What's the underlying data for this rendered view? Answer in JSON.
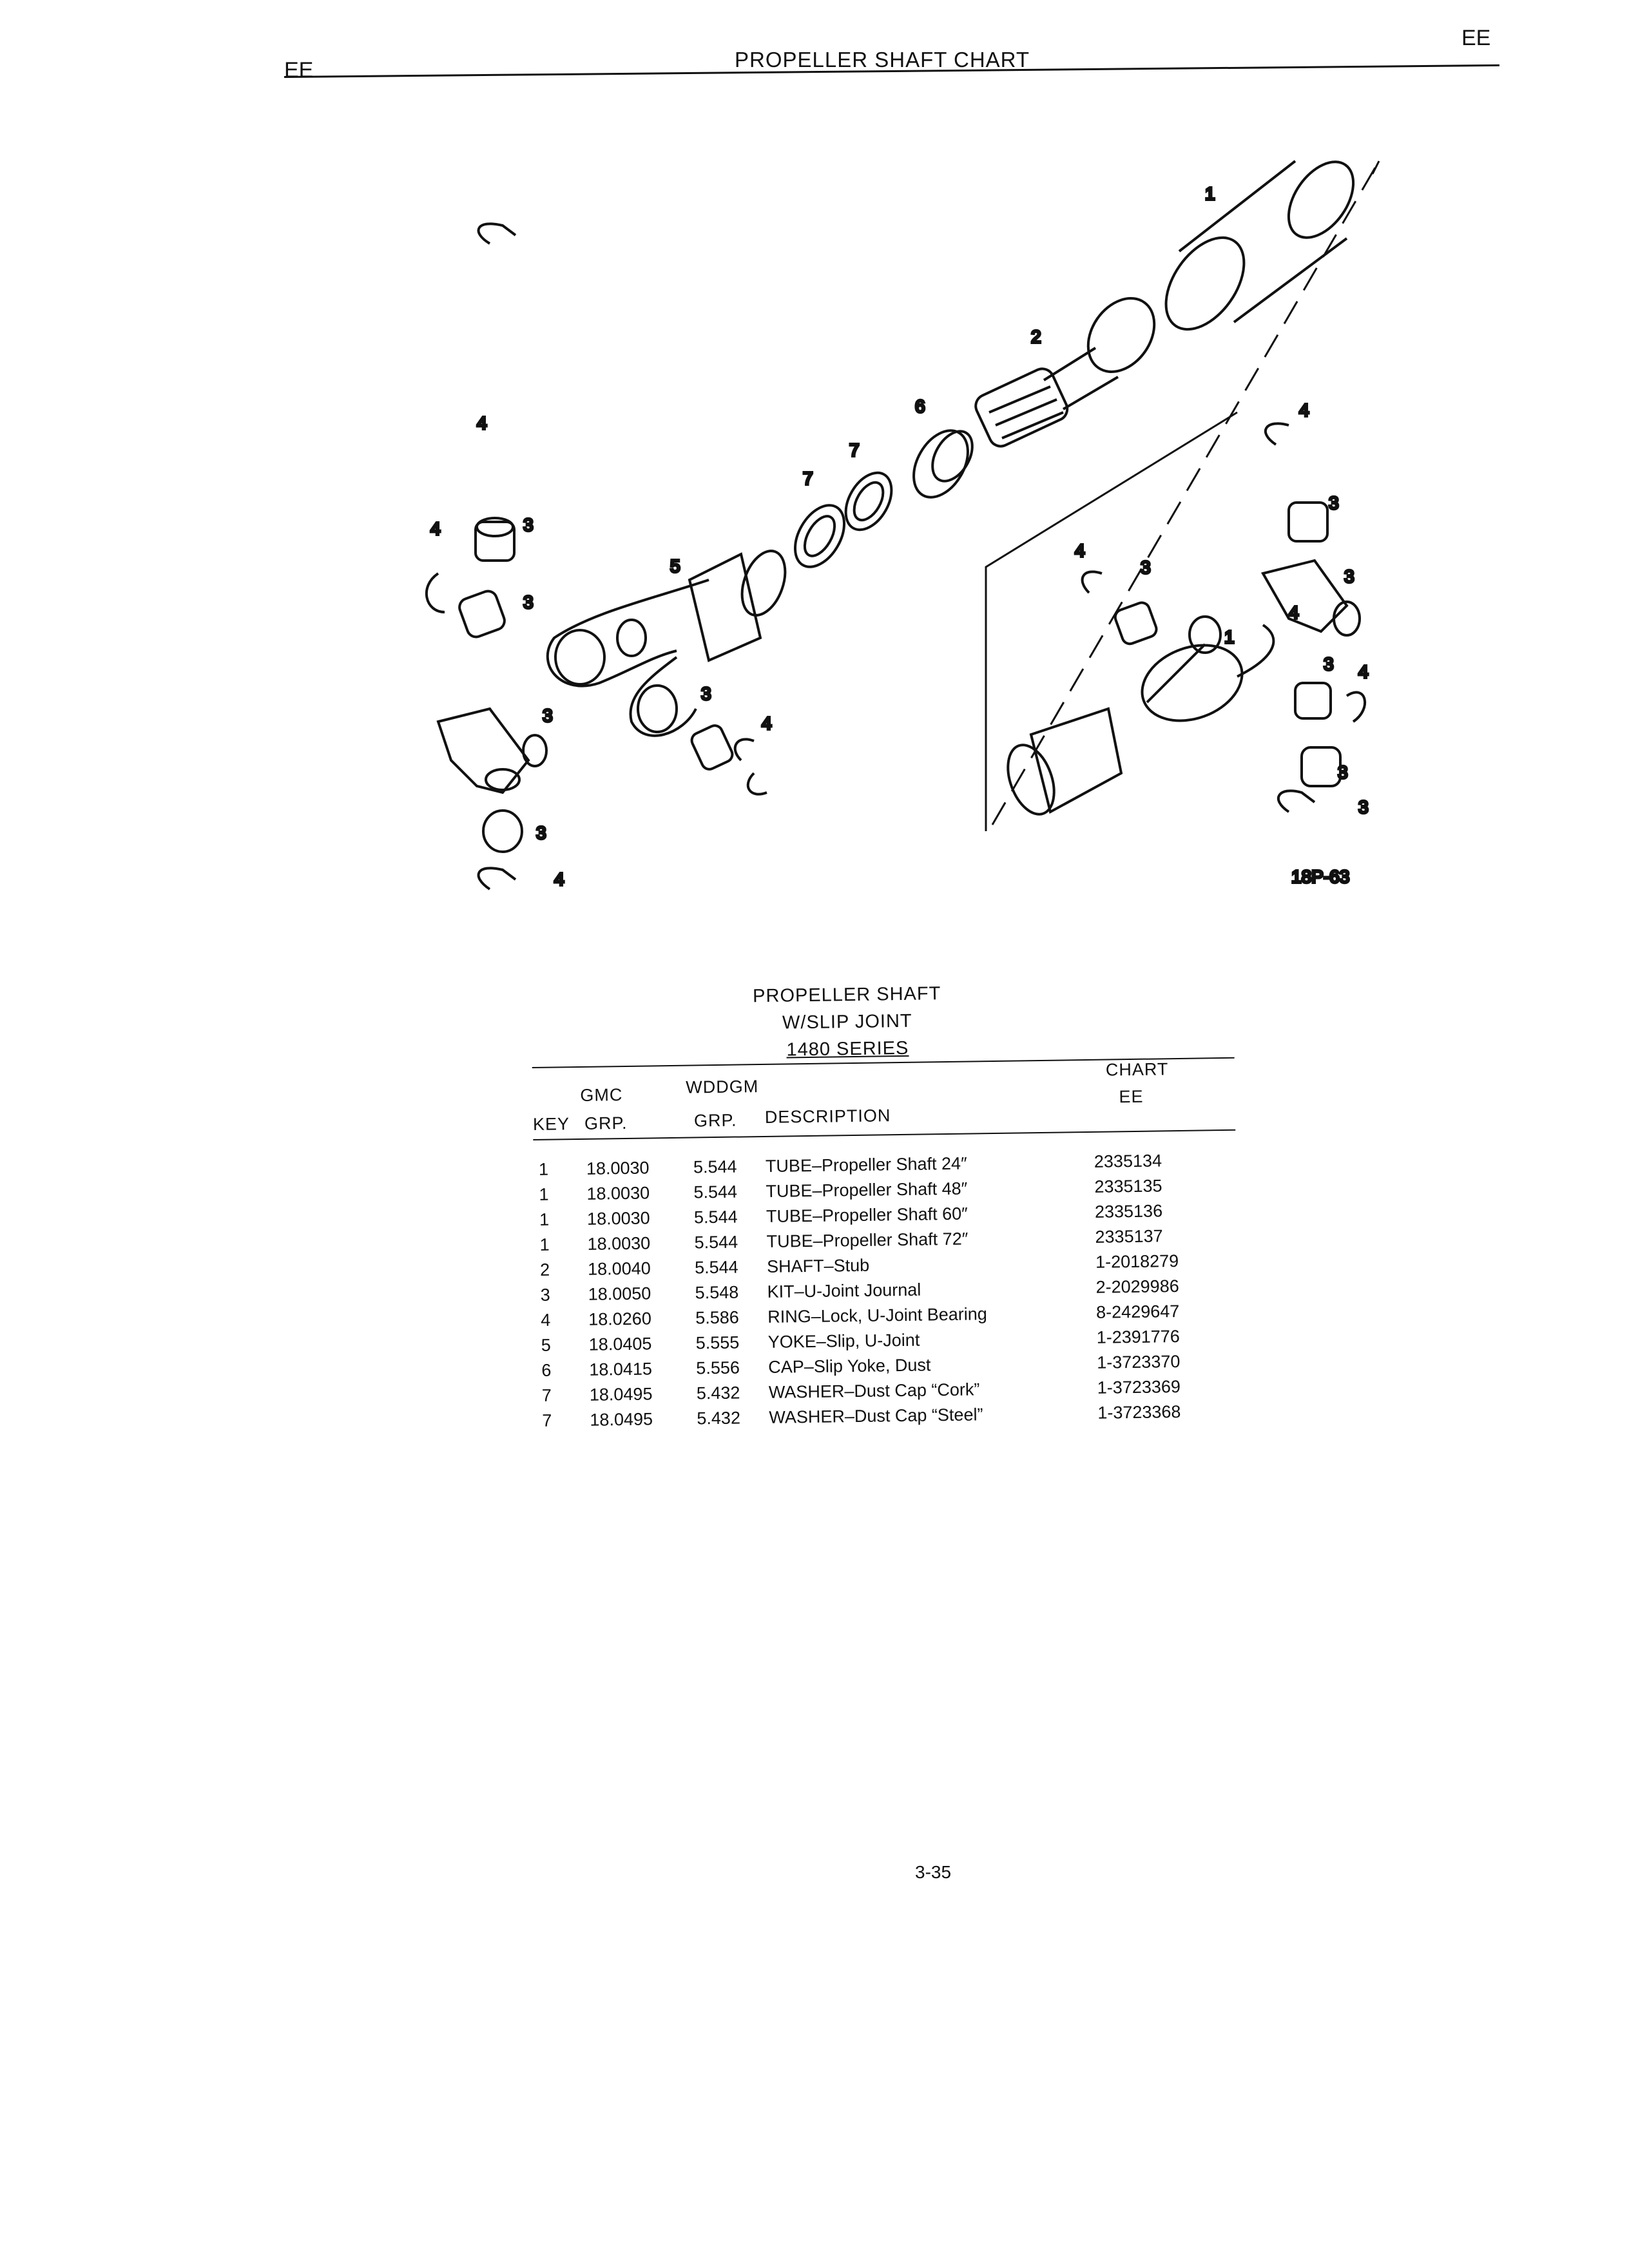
{
  "header": {
    "left_code": "EE",
    "right_code": "EE",
    "title": "PROPELLER SHAFT CHART"
  },
  "diagram": {
    "figure_number": "18P-63",
    "callouts": [
      "1",
      "2",
      "6",
      "7",
      "7",
      "5",
      "4",
      "3",
      "4",
      "3",
      "3",
      "3",
      "3",
      "4",
      "3",
      "4",
      "4",
      "3",
      "1",
      "4",
      "3",
      "3",
      "3",
      "4",
      "3",
      "4"
    ]
  },
  "table": {
    "title_line1": "PROPELLER SHAFT",
    "title_line2": "W/SLIP JOINT",
    "title_line3": "1480 SERIES",
    "headers": {
      "key": "KEY",
      "gmc_top": "GMC",
      "gmc": "GRP.",
      "wdd_top": "WDDGM",
      "wdd": "GRP.",
      "description": "DESCRIPTION",
      "chart_top": "CHART",
      "chart": "EE"
    },
    "rows": [
      {
        "key": "1",
        "gmc": "18.0030",
        "wdd": "5.544",
        "desc": "TUBE–Propeller Shaft 24″",
        "part": "2335134"
      },
      {
        "key": "1",
        "gmc": "18.0030",
        "wdd": "5.544",
        "desc": "TUBE–Propeller Shaft 48″",
        "part": "2335135"
      },
      {
        "key": "1",
        "gmc": "18.0030",
        "wdd": "5.544",
        "desc": "TUBE–Propeller Shaft 60″",
        "part": "2335136"
      },
      {
        "key": "1",
        "gmc": "18.0030",
        "wdd": "5.544",
        "desc": "TUBE–Propeller Shaft 72″",
        "part": "2335137"
      },
      {
        "key": "2",
        "gmc": "18.0040",
        "wdd": "5.544",
        "desc": "SHAFT–Stub",
        "part": "1-2018279"
      },
      {
        "key": "3",
        "gmc": "18.0050",
        "wdd": "5.548",
        "desc": "KIT–U-Joint Journal",
        "part": "2-2029986"
      },
      {
        "key": "4",
        "gmc": "18.0260",
        "wdd": "5.586",
        "desc": "RING–Lock, U-Joint Bearing",
        "part": "8-2429647"
      },
      {
        "key": "5",
        "gmc": "18.0405",
        "wdd": "5.555",
        "desc": "YOKE–Slip, U-Joint",
        "part": "1-2391776"
      },
      {
        "key": "6",
        "gmc": "18.0415",
        "wdd": "5.556",
        "desc": "CAP–Slip Yoke, Dust",
        "part": "1-3723370"
      },
      {
        "key": "7",
        "gmc": "18.0495",
        "wdd": "5.432",
        "desc": "WASHER–Dust Cap “Cork”",
        "part": "1-3723369"
      },
      {
        "key": "7",
        "gmc": "18.0495",
        "wdd": "5.432",
        "desc": "WASHER–Dust Cap “Steel”",
        "part": "1-3723368"
      }
    ]
  },
  "footer": {
    "page_number": "3-35"
  }
}
